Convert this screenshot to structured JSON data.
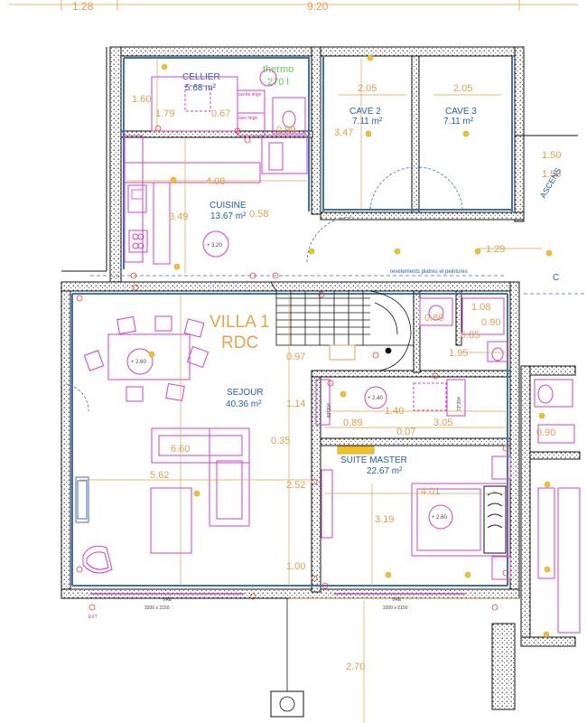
{
  "colors": {
    "wall": "#3b6fc2",
    "wall_hatch": "#222222",
    "dimension": "#e0a04a",
    "furniture": "#d23fc7",
    "room_label": "#1f5fb0",
    "title": "#e2a54b",
    "marker": "#e8402c",
    "fixture": "#f0c419"
  },
  "title": {
    "line1": "VILLA 1",
    "line2": "RDC"
  },
  "rooms": {
    "cellier": {
      "name": "CELLIER",
      "area": "5.68 m²"
    },
    "cave2": {
      "name": "CAVE 2",
      "area": "7.11 m²"
    },
    "cave3": {
      "name": "CAVE 3",
      "area": "7.11 m²"
    },
    "cuisine": {
      "name": "CUISINE",
      "area": "13.67 m²"
    },
    "sejour": {
      "name": "SEJOUR",
      "area": "40.36 m²"
    },
    "suite": {
      "name": "SUITE MASTER",
      "area": "22.67 m²"
    }
  },
  "top_dims": {
    "left": "1.28",
    "main": "9.20"
  },
  "dims": {
    "d160": "1.60",
    "d179": "1.79",
    "d067": "0.67",
    "d090a": "0.90",
    "d205a": "2.05",
    "d205b": "2.05",
    "d347": "3.47",
    "d408": "4.08",
    "d349": "3.49",
    "d058": "0.58",
    "d150": "1.50",
    "d159": "1.59",
    "d129": "1.29",
    "d097": "0.97",
    "d114": "1.14",
    "d035": "0.35",
    "d252": "2.52",
    "d100": "1.00",
    "d089": "0.89",
    "d007": "0.07",
    "d305": "3.05",
    "d140": "1.40",
    "d080": "0.80",
    "d108": "1.08",
    "d090b": "0.90",
    "d085": "0.85",
    "d195": "1.95",
    "d090c": "0.90",
    "d660": "6.60",
    "d562": "5.62",
    "d401": "4.01",
    "d319": "3.19",
    "d270": "2.70"
  },
  "levels": {
    "cuisine": "+ 3.20",
    "sejour": "+ 2.60",
    "hall": "+ 2.40",
    "suite": "+ 2.60"
  },
  "labels": {
    "thermo": "thermo",
    "thermo_vol": "270 l",
    "seche": "seche linge",
    "lave": "lave linge",
    "revetements": "revetements platres et peintures",
    "ascenseur": "ASCENS",
    "window1": "3200 x 2150",
    "window2": "3200 x 2150",
    "vre1": "VRE",
    "vre2": "VRE",
    "c_label": "C",
    "door_w": "83*204",
    "door_w2": "73*204",
    "ext": "EXT"
  }
}
